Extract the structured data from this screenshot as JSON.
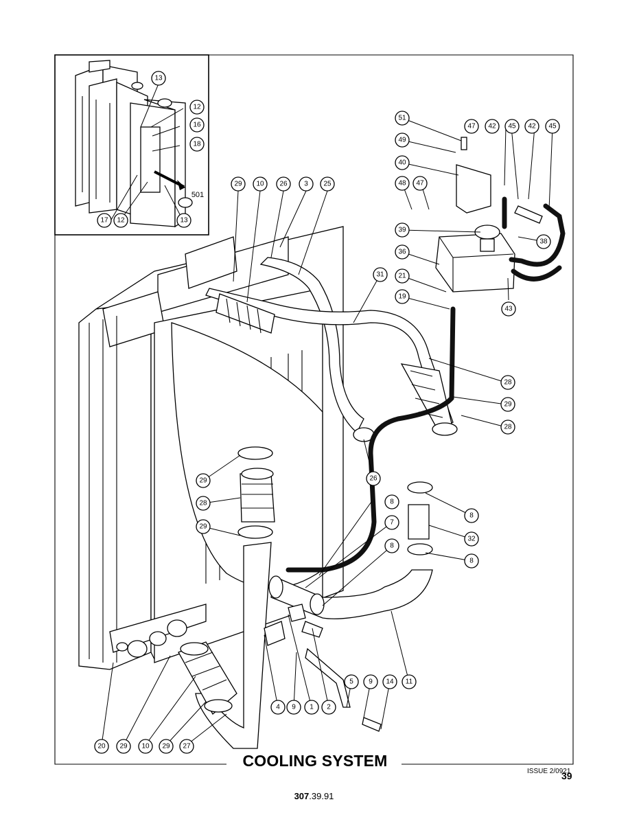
{
  "title": "COOLING SYSTEM",
  "issue": "ISSUE 2/0921",
  "page_number": "39",
  "doc_number_bold": "307",
  "doc_number_rest": ".39.91",
  "inset_callouts": [
    "13",
    "12",
    "16",
    "18",
    "501",
    "17",
    "12",
    "13"
  ],
  "callouts": [
    "51",
    "47",
    "42",
    "45",
    "42",
    "45",
    "49",
    "40",
    "48",
    "47",
    "39",
    "38",
    "36",
    "43",
    "21",
    "19",
    "29",
    "10",
    "26",
    "3",
    "25",
    "31",
    "28",
    "29",
    "28",
    "26",
    "29",
    "28",
    "29",
    "8",
    "7",
    "8",
    "8",
    "32",
    "8",
    "4",
    "9",
    "1",
    "2",
    "5",
    "9",
    "14",
    "11",
    "20",
    "29",
    "10",
    "29",
    "27"
  ]
}
